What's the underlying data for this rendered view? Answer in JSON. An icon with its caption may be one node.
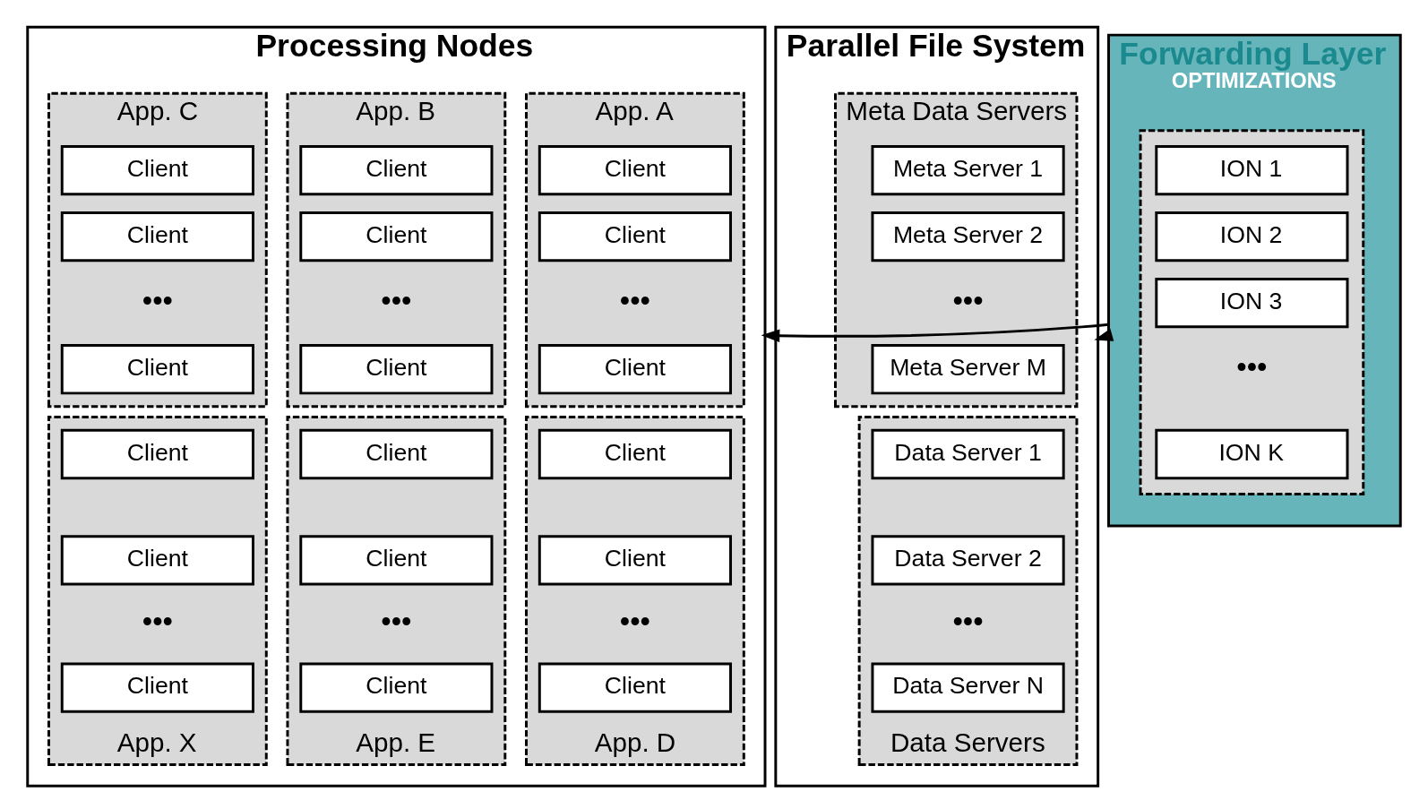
{
  "diagram": {
    "nodes": [
      {
        "text": [
          "Processing Nodes"
        ]
      },
      {
        "text": [
          "App. A"
        ],
        "in": 0
      },
      {
        "text": [
          "Client"
        ],
        "in": 1
      },
      {
        "text": [
          "Client"
        ],
        "in": 1
      },
      {
        "text": [
          "Client"
        ],
        "in": 1
      },
      {
        "text": [
          "App. B"
        ],
        "in": 0
      },
      {
        "text": [
          "Client"
        ],
        "in": 5
      },
      {
        "text": [
          "Client"
        ],
        "in": 5
      },
      {
        "text": [
          "Client"
        ],
        "in": 5
      },
      {
        "text": [
          "App. C"
        ],
        "in": 0
      },
      {
        "text": [
          "Client"
        ],
        "in": 9
      },
      {
        "text": [
          "Client"
        ],
        "in": 9
      },
      {
        "text": [
          "Client"
        ],
        "in": 9
      },
      {
        "text": [
          "App. D"
        ],
        "in": 0
      },
      {
        "text": [
          "Client"
        ],
        "in": 13
      },
      {
        "text": [
          "Client"
        ],
        "in": 13
      },
      {
        "text": [
          "Client"
        ],
        "in": 13
      },
      {
        "text": [
          "App. E"
        ],
        "in": 0
      },
      {
        "text": [
          "Client"
        ],
        "in": 17
      },
      {
        "text": [
          "Client"
        ],
        "in": 17
      },
      {
        "text": [
          "Client"
        ],
        "in": 17
      },
      {
        "text": [
          "App. X"
        ],
        "in": 0
      },
      {
        "text": [
          "Client"
        ],
        "in": 21
      },
      {
        "text": [
          "Client"
        ],
        "in": 21
      },
      {
        "text": [
          "Client"
        ],
        "in": 21
      },
      {
        "text": [
          "Forwarding Layer",
          "OPTIMIZATIONS"
        ]
      },
      {
        "text": [],
        "shape": "box",
        "in": 25
      },
      {
        "text": [
          "ION 1"
        ],
        "in": 26
      },
      {
        "text": [
          "ION 2"
        ],
        "in": 26
      },
      {
        "text": [
          "ION 3"
        ],
        "in": 26
      },
      {
        "text": [
          "ION K"
        ],
        "in": 26
      },
      {
        "text": [
          "Parallel File System"
        ]
      },
      {
        "text": [
          "Meta Data Servers"
        ],
        "in": 31
      },
      {
        "text": [
          "Meta Server 1"
        ],
        "in": 32
      },
      {
        "text": [
          "Meta Server 2"
        ],
        "in": 32
      },
      {
        "text": [
          "Meta Server M"
        ],
        "in": 32
      },
      {
        "text": [
          "Data Servers"
        ],
        "in": 31
      },
      {
        "text": [
          "Data Server 1"
        ],
        "in": 36
      },
      {
        "text": [
          "Data Server 2"
        ],
        "in": 36
      },
      {
        "text": [
          "Data Server N"
        ],
        "in": 36
      }
    ],
    "edges": [
      {
        "from": 25,
        "to": 0,
        "arrow": "to"
      },
      {
        "from": 25,
        "to": 31,
        "arrow": "to"
      }
    ],
    "labels": [
      "•••",
      "•••",
      "•••",
      "•••",
      "•••",
      "•••",
      "•••",
      "•••",
      "•••"
    ]
  }
}
